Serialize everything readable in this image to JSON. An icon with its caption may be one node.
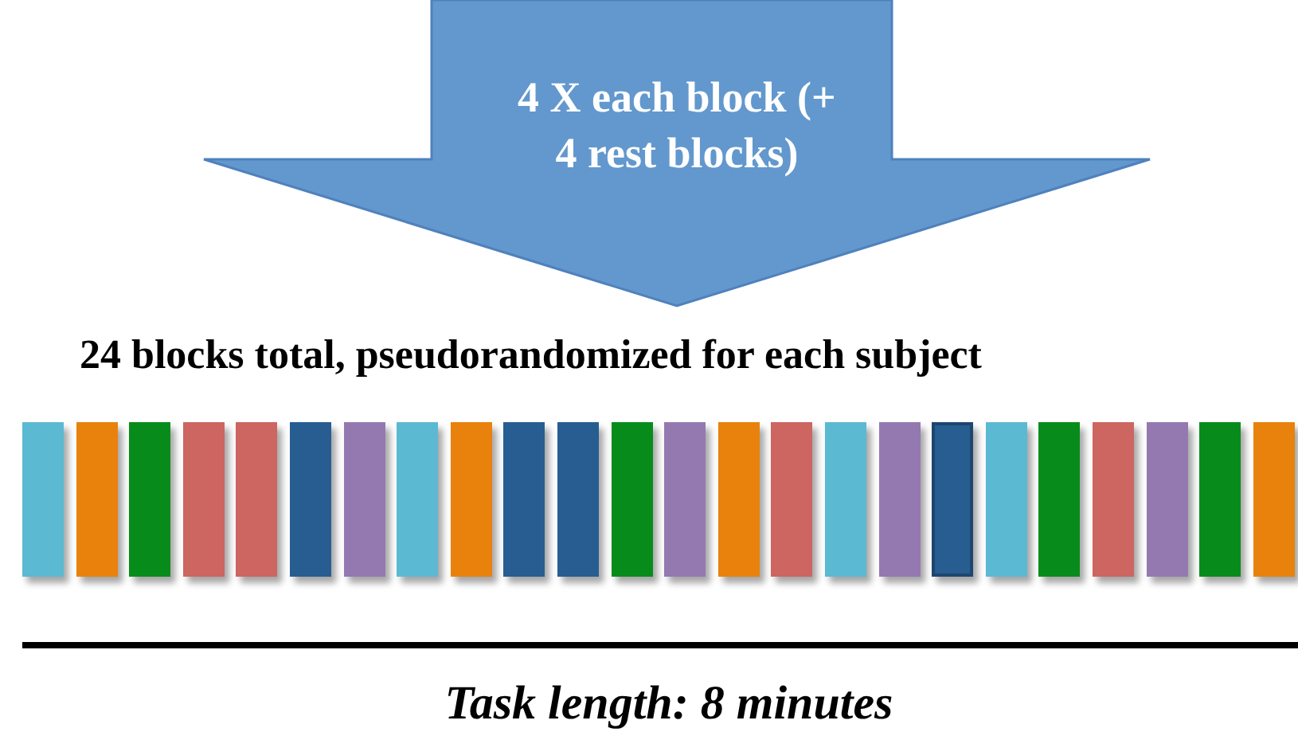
{
  "diagram": {
    "nodes": [
      {
        "text": [
          "4 X each block (+ 4 rest blocks)"
        ]
      },
      {
        "text": [],
        "shape": "bar"
      },
      {
        "text": [],
        "shape": "bar"
      },
      {
        "text": [],
        "shape": "bar"
      },
      {
        "text": [],
        "shape": "bar"
      },
      {
        "text": [],
        "shape": "bar"
      },
      {
        "text": [],
        "shape": "bar"
      },
      {
        "text": [],
        "shape": "bar"
      },
      {
        "text": [],
        "shape": "bar"
      },
      {
        "text": [],
        "shape": "bar"
      },
      {
        "text": [],
        "shape": "bar"
      },
      {
        "text": [],
        "shape": "bar"
      },
      {
        "text": [],
        "shape": "bar"
      },
      {
        "text": [],
        "shape": "bar"
      },
      {
        "text": [],
        "shape": "bar"
      },
      {
        "text": [],
        "shape": "bar"
      },
      {
        "text": [],
        "shape": "bar"
      },
      {
        "text": [],
        "shape": "bar"
      },
      {
        "text": [],
        "shape": "bar"
      },
      {
        "text": [],
        "shape": "bar"
      },
      {
        "text": [],
        "shape": "bar"
      },
      {
        "text": [],
        "shape": "bar"
      },
      {
        "text": [],
        "shape": "bar"
      },
      {
        "text": [],
        "shape": "bar"
      },
      {
        "text": [],
        "shape": "bar"
      }
    ],
    "labels": [
      "24 blocks total, pseudorandomized for each subject",
      "Task length: 8 minutes"
    ]
  }
}
